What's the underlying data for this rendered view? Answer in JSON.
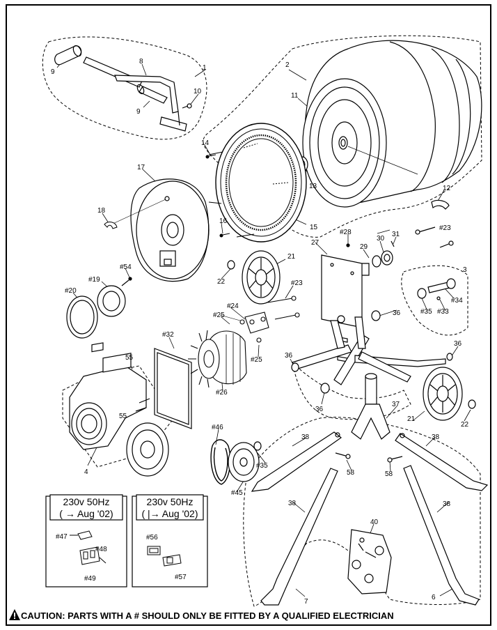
{
  "labels": {
    "p1": "1",
    "p2": "2",
    "p3": "3",
    "p4": "4",
    "p6": "6",
    "p7": "7",
    "p8": "8",
    "p9a": "9",
    "p9b": "9",
    "p10": "10",
    "p11": "11",
    "p12": "12",
    "p13": "13",
    "p14": "14",
    "p15": "15",
    "p16": "16",
    "p17": "17",
    "p18": "18",
    "p19": "#19",
    "p20": "#20",
    "p21a": "21",
    "p21b": "21",
    "p22a": "22",
    "p22b": "22",
    "p23a": "#23",
    "p23b": "#23",
    "p24": "#24",
    "p25a": "#25",
    "p25b": "#25",
    "p26": "#26",
    "p27": "27",
    "p28": "#28",
    "p29": "29",
    "p30": "30",
    "p31": "31",
    "p32": "#32",
    "p33": "#33",
    "p34": "#34",
    "p35a": "#35",
    "p35b": "#35",
    "p36a": "36",
    "p36b": "36",
    "p36c": "36",
    "p36d": "36",
    "p37": "37",
    "p38a": "38",
    "p38b": "38",
    "p38c": "38",
    "p38d": "38",
    "p40": "40",
    "p45": "#45",
    "p46": "#46",
    "p47": "#47",
    "p48": "#48",
    "p49": "#49",
    "p54": "#54",
    "p55a": "55",
    "p55b": "55",
    "p56": "#56",
    "p57": "#57",
    "p58a": "58",
    "p58b": "58"
  },
  "insets": {
    "left": {
      "line1": "230v 50Hz",
      "line2": "( → Aug '02)"
    },
    "right": {
      "line1": "230v 50Hz",
      "line2": "( |→ Aug '02)"
    }
  },
  "caution": "CAUTION: PARTS WITH A # SHOULD ONLY BE FITTED BY A QUALIFIED ELECTRICIAN"
}
